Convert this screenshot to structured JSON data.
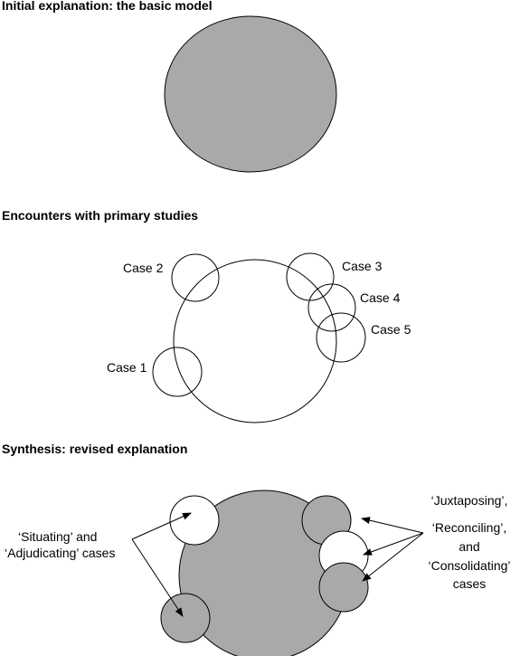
{
  "sections": {
    "basic": {
      "heading": "Initial explanation: the basic model"
    },
    "encounters": {
      "heading": "Encounters with primary studies",
      "cases": [
        "Case 1",
        "Case 2",
        "Case 3",
        "Case 4",
        "Case 5"
      ]
    },
    "synthesis": {
      "heading": "Synthesis: revised explanation",
      "left_note": [
        "‘Situating’ and",
        "‘Adjudicating’ cases"
      ],
      "right_note": [
        "‘Juxtaposing’,",
        "‘Reconciling’,",
        "and",
        "‘Consolidating’",
        "cases"
      ]
    }
  },
  "colors": {
    "fill": "#a9a9a9",
    "stroke": "#000000",
    "background": "#ffffff"
  }
}
